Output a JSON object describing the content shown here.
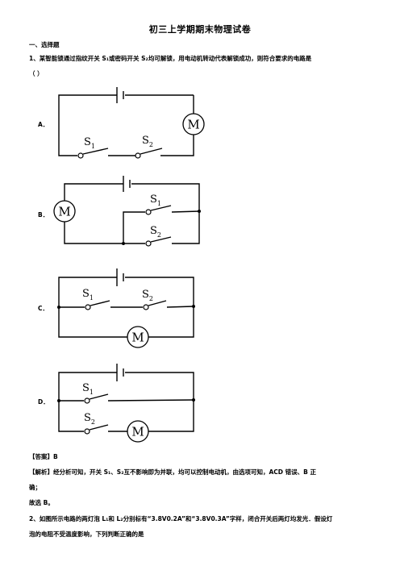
{
  "doc": {
    "title": "初三上学期期末物理试卷",
    "section": "一、选择题",
    "q1_line1": "1、某智能锁通过指纹开关 S₁或密码开关 S₂均可解锁，用电动机转动代表解锁成功，则符合要求的电路是",
    "q1_line2": "（     ）",
    "options": {
      "a": "A．",
      "b": "B．",
      "c": "C．",
      "d": "D．"
    },
    "symbols": {
      "motor": "M",
      "switch": "S",
      "sub1": "1",
      "sub2": "2"
    },
    "answer": "【答案】B",
    "analysis_line1": "【解析】经分析可知，开关 S₁、S₂互不影响即为并联，均可以控制电动机，由选项可知，ACD 错误、B 正",
    "analysis_line2": "确；",
    "conclusion": "故选 B。",
    "q2_line1": "2、如图所示电路的两灯泡 L₁和 L₂分别标有“3.8V0.2A”和“3.8V0.3A”字样，闭合开关后两灯均发光．假设灯",
    "q2_line2": "泡的电阻不受温度影响，下列判断正确的是"
  }
}
